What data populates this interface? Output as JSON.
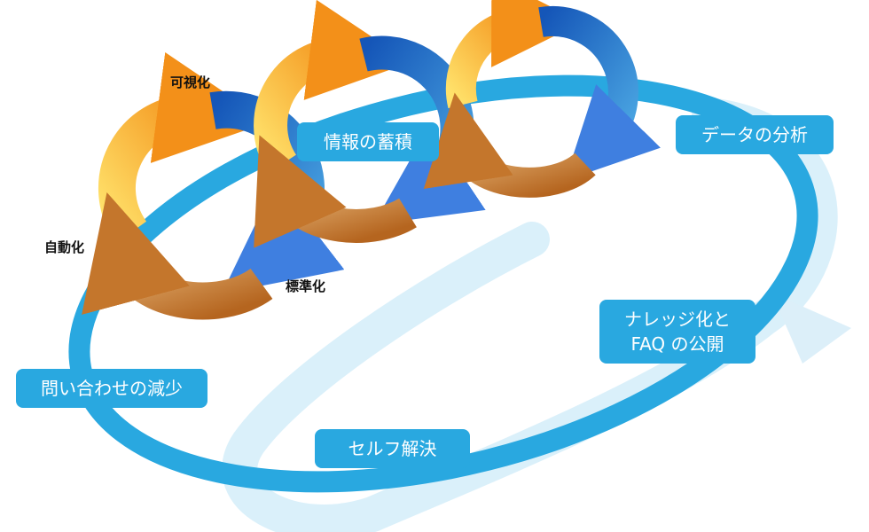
{
  "colors": {
    "band": "#29a8e0",
    "band_light": "#d6eef9",
    "orange_light": "#ffe16a",
    "orange_dark": "#f39019",
    "blue_light": "#4aa5e2",
    "blue_dark": "#1556b8",
    "brown_light": "#e7b77a",
    "brown_dark": "#b5651f",
    "label_text": "#ffffff"
  },
  "cycle_labels": {
    "visualize": "可視化",
    "automate": "自動化",
    "standardize": "標準化"
  },
  "boxes": {
    "accumulate": "情報の蓄積",
    "analyze": "データの分析",
    "knowledge_line1": "ナレッジ化と",
    "knowledge_line2": "FAQ の公開",
    "self_solve": "セルフ解決",
    "reduce_inquiries": "問い合わせの減少"
  }
}
